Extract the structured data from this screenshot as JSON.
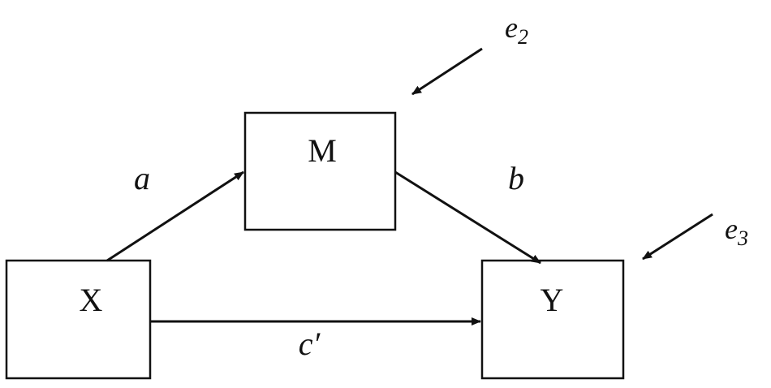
{
  "diagram": {
    "nodes": {
      "x": {
        "label": "X"
      },
      "m": {
        "label": "M"
      },
      "y": {
        "label": "Y"
      }
    },
    "paths": {
      "a": {
        "label": "a"
      },
      "b": {
        "label": "b"
      },
      "c_prime": {
        "label": "c′"
      }
    },
    "errors": {
      "e2": {
        "base": "e",
        "sub": "2"
      },
      "e3": {
        "base": "e",
        "sub": "3"
      }
    }
  }
}
